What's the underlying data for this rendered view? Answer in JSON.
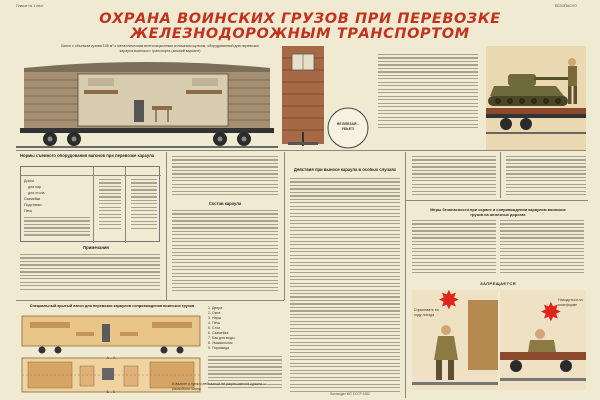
{
  "header": {
    "corner_left": "Плакат № 1 лист",
    "corner_right": "БЕЗОПАСНО",
    "title_line1": "ОХРАНА ВОИНСКИХ ГРУЗОВ ПРИ ПЕРЕВОЗКЕ",
    "title_line2": "ЖЕЛЕЗНОДОРОЖНЫМ ТРАНСПОРТОМ"
  },
  "top_panels": {
    "wagon_caption": "Вагон с объемом кузова 106 м³ с металлическим вентиляционным сплошным щитком, оборудованный для перевозки караула воинского транспорта (зимний вариант)",
    "door_sign": "НЕ ВЛЕЗАЙ – УБЬЕТ!"
  },
  "middle": {
    "norms_title": "Нормы съемного оборудования вагонов при перевозке караула",
    "norms_row_labels": [
      "Доски",
      "для нар",
      "для стола",
      "Скамейки",
      "Подставки",
      "Печь"
    ],
    "notes_title": "Примечания",
    "guard_section_title": "Состав караула",
    "wagon_section_title": "Действия при выносе караула в особых случаях",
    "center_quote": "В вагоне в пути следования не разрешается курить и разводить огонь",
    "list_numbers": [
      "1.",
      "2.",
      "3.",
      "4.",
      "5.",
      "6.",
      "7.",
      "8."
    ]
  },
  "bottom": {
    "plan_title": "Специальный крытый вагон для перевозки караулов сопровождения воинских грузов",
    "plan_labels": [
      "А – А",
      "Б – Б"
    ],
    "legend_items": [
      "1. Двери",
      "2. Окна",
      "3. Нары",
      "4. Печь",
      "5. Стол",
      "6. Скамейка",
      "7. Бак для воды",
      "8. Умывальник",
      "9. Пирамида"
    ],
    "safety_title": "Меры безопасности при охране и сопровождении караулом воинских грузов на железных дорогах",
    "forbidden_label": "ЗАПРЕЩАЕТСЯ",
    "caption_left": "Спрыгивать на ходу поезда",
    "caption_right": "Находиться на платформе",
    "footer_text": "Воениздат МО СССР 1982"
  },
  "colors": {
    "title_red": "#c2331f",
    "star_red": "#e0251c",
    "paper": "#f1ead2"
  }
}
